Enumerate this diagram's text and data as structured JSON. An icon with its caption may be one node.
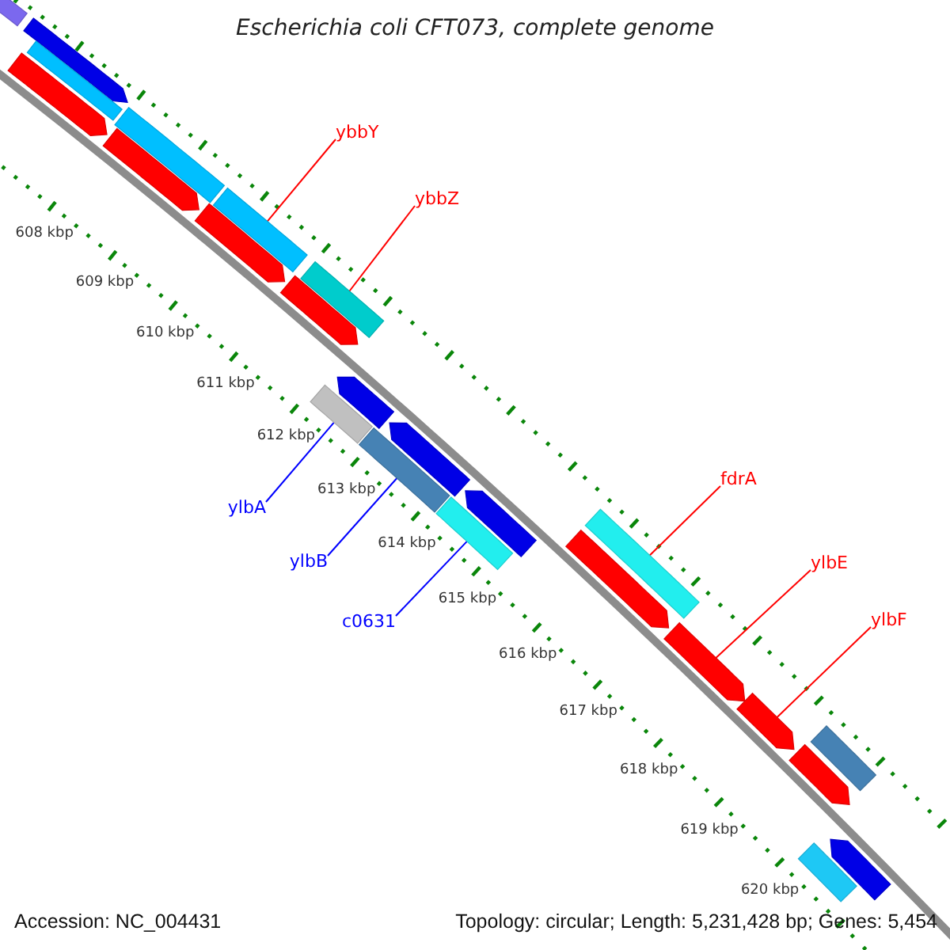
{
  "diagram": {
    "title": "Escherichia coli CFT073, complete genome",
    "nodes": [
      {
        "text": [
          "ybbY"
        ]
      },
      {
        "text": [
          "ybbZ"
        ]
      },
      {
        "text": [
          "fdrA"
        ]
      },
      {
        "text": [
          "ylbA"
        ]
      },
      {
        "text": [
          "ylbE"
        ]
      },
      {
        "text": [
          "ylbB"
        ]
      },
      {
        "text": [
          "c0631"
        ]
      },
      {
        "text": [
          "ylbF"
        ]
      },
      {
        "text": [],
        "shape": "bar"
      },
      {
        "text": [],
        "shape": "bar"
      },
      {
        "text": [],
        "shape": "bar"
      },
      {
        "text": [],
        "shape": "bar"
      },
      {
        "text": [],
        "shape": "bar"
      },
      {
        "text": [],
        "shape": "bar"
      },
      {
        "text": [],
        "shape": "bar"
      },
      {
        "text": [],
        "shape": "bar"
      },
      {
        "text": [],
        "shape": "bar"
      },
      {
        "text": [],
        "shape": "bar"
      },
      {
        "text": [],
        "shape": "bar"
      },
      {
        "text": [],
        "shape": "bar"
      },
      {
        "text": [],
        "shape": "bar"
      },
      {
        "text": [],
        "shape": "bar"
      },
      {
        "text": [],
        "shape": "bar"
      },
      {
        "text": [],
        "shape": "bar"
      },
      {
        "text": [],
        "shape": "bar"
      },
      {
        "text": [],
        "shape": "bar"
      },
      {
        "text": [],
        "shape": "bar"
      },
      {
        "text": [],
        "shape": "bar"
      },
      {
        "text": [],
        "shape": "bar"
      },
      {
        "text": [],
        "shape": "bar"
      },
      {
        "text": [],
        "shape": "bar"
      },
      {
        "text": [],
        "shape": "bar"
      }
    ],
    "edges": [
      {
        "from": 0,
        "to": 15,
        "arrow": "none"
      },
      {
        "from": 1,
        "to": 17,
        "arrow": "none"
      },
      {
        "from": 2,
        "to": 24,
        "arrow": "none"
      },
      {
        "from": 3,
        "to": 18,
        "arrow": "none",
        "color": "#0000ff"
      },
      {
        "from": 4,
        "to": 26,
        "arrow": "none"
      },
      {
        "from": 5,
        "to": 20,
        "arrow": "none",
        "color": "#0000ff"
      },
      {
        "from": 6,
        "to": 22,
        "arrow": "none",
        "color": "#0000ff"
      },
      {
        "from": 7,
        "to": 27,
        "arrow": "none"
      }
    ],
    "labels": [
      "608 kbp",
      "609 kbp",
      "610 kbp",
      "611 kbp",
      "612 kbp",
      "613 kbp",
      "614 kbp",
      "615 kbp",
      "616 kbp",
      "617 kbp",
      "618 kbp",
      "619 kbp",
      "620 kbp",
      "Accession: NC_004431",
      "Topology: circular; Length: 5,231,428 bp; Genes: 5,454"
    ]
  }
}
